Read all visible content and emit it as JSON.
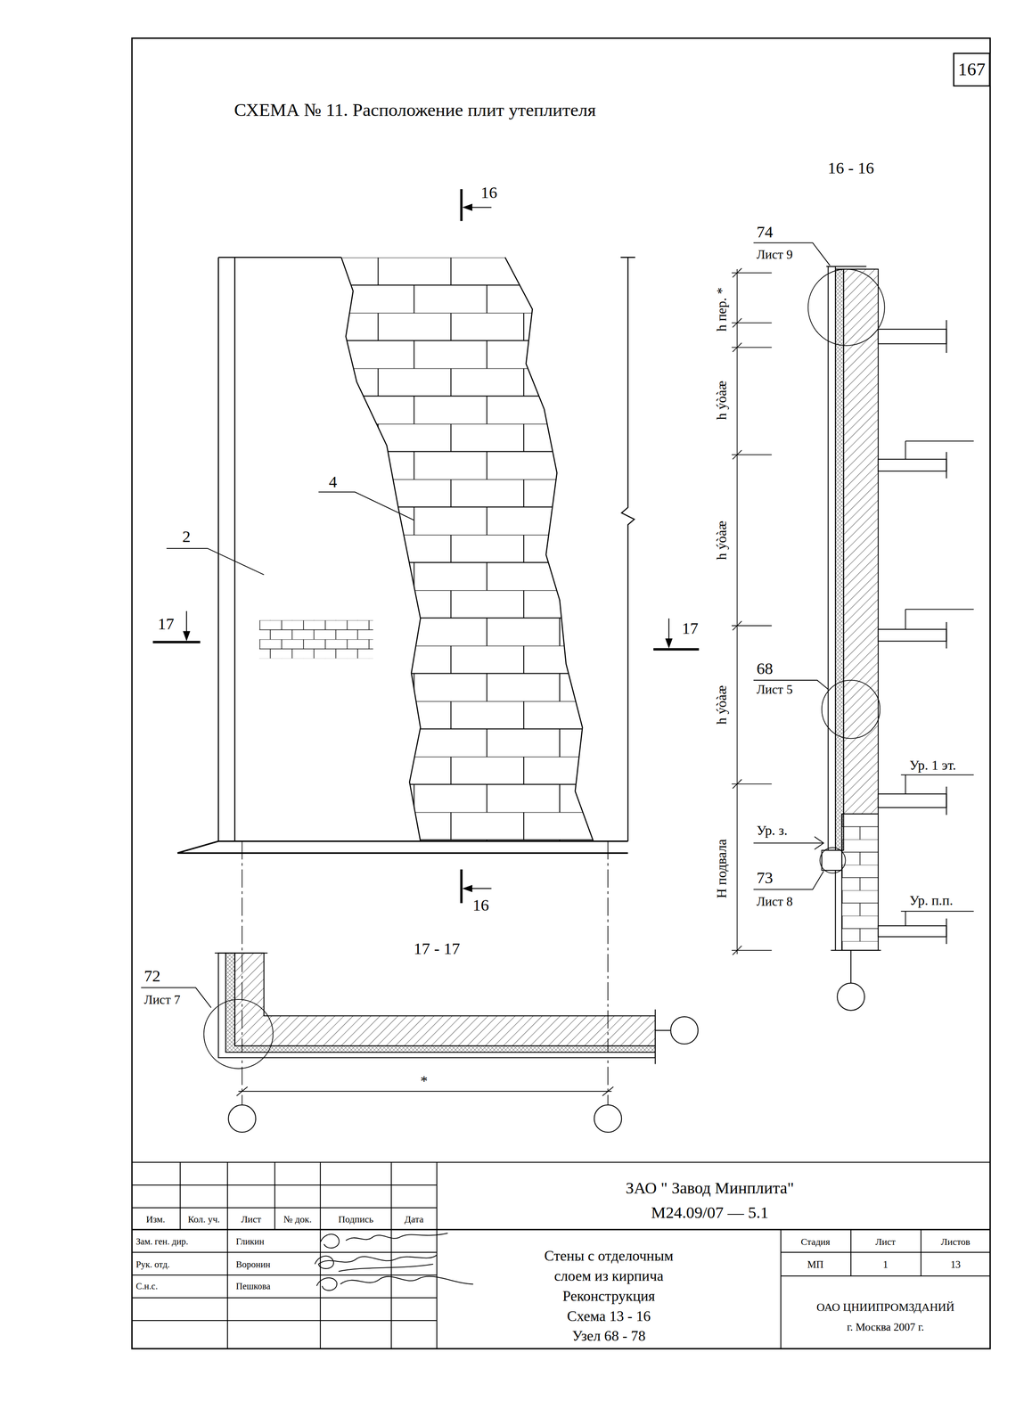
{
  "diagram": {
    "title": "СХЕМА № 11. Расположение плит утеплителя",
    "nodes": [
      {
        "text": [
          "167"
        ]
      }
    ],
    "labels": [
      "16",
      "16",
      "17",
      "17",
      "2",
      "4",
      "16 - 16",
      "74",
      "Лист 9",
      "h пер. *",
      "h ýòàæ",
      "h ýòàæ",
      "h ýòàæ",
      "68",
      "Лист 5",
      "Ур. 1 эт.",
      "Ур. з.",
      "73",
      "Лист 8",
      "Ур. п.п.",
      "H подвала",
      "17 - 17",
      "72",
      "Лист 7",
      "*",
      "Изм.",
      "Кол. уч.",
      "Лист",
      "№ док.",
      "Подпись",
      "Дата",
      "Зам. ген. дир.",
      "Гликин",
      "Рук. отд.",
      "Воронин",
      "С.н.с.",
      "Пешкова",
      "ЗАО \" Завод Минплита\"",
      "М24.09/07 — 5.1",
      "Стены с отделочным",
      "слоем из кирпича",
      "Реконструкция",
      "Схема 13 - 16",
      "Узел 68 - 78",
      "Стадия",
      "Лист",
      "Листов",
      "МП",
      "1",
      "13",
      "ОАО ЦНИИПРОМЗДАНИЙ",
      "г. Москва 2007 г."
    ]
  }
}
